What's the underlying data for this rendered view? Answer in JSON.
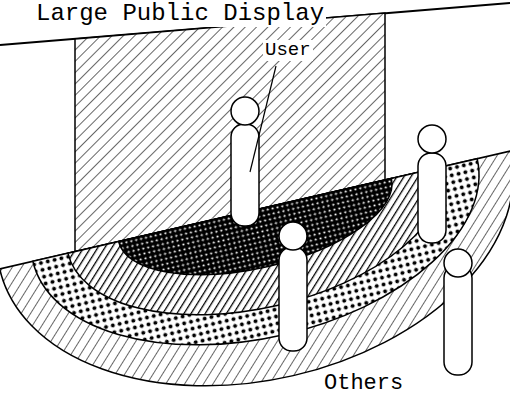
{
  "diagram": {
    "labels": [
      "Large Public Display",
      "User",
      "Others"
    ]
  }
}
